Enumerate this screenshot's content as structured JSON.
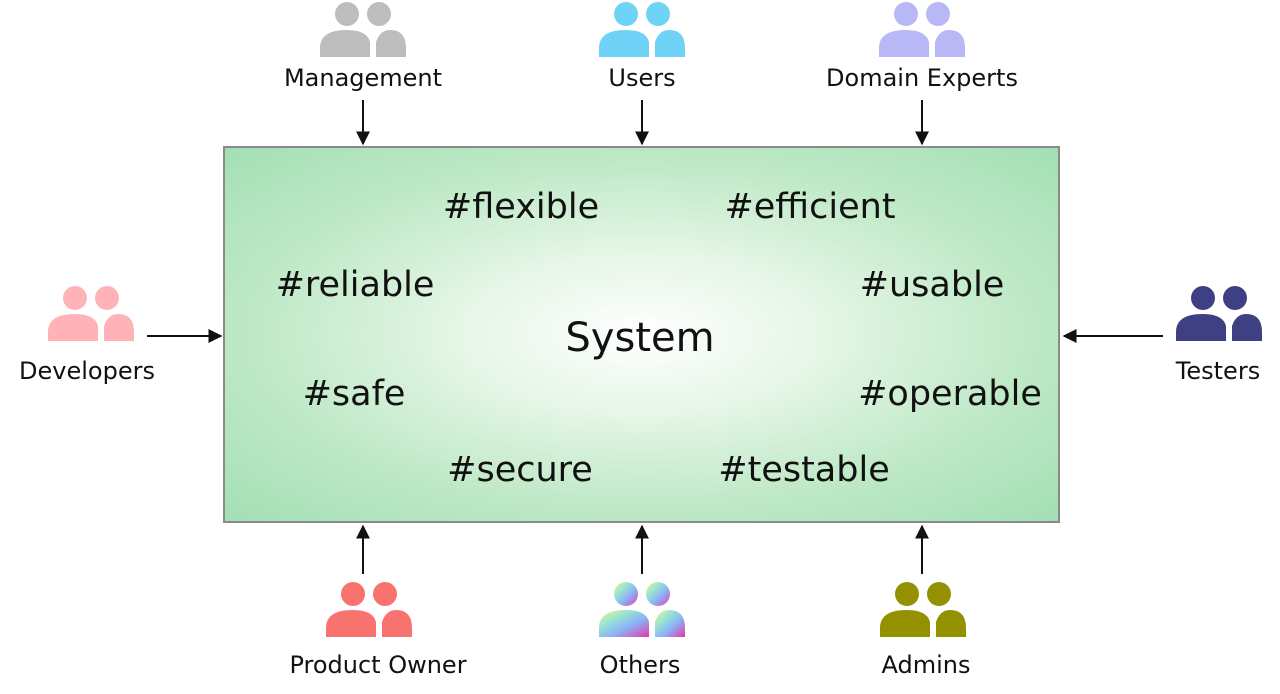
{
  "system": {
    "label": "System",
    "fill": "#b5e5c0",
    "border": "#8a8a8a"
  },
  "tags": [
    {
      "name": "tag-flexible",
      "label": "#flexible"
    },
    {
      "name": "tag-efficient",
      "label": "#efficient"
    },
    {
      "name": "tag-reliable",
      "label": "#reliable"
    },
    {
      "name": "tag-usable",
      "label": "#usable"
    },
    {
      "name": "tag-safe",
      "label": "#safe"
    },
    {
      "name": "tag-operable",
      "label": "#operable"
    },
    {
      "name": "tag-secure",
      "label": "#secure"
    },
    {
      "name": "tag-testable",
      "label": "#testable"
    }
  ],
  "actors": [
    {
      "name": "actor-management",
      "label": "Management",
      "icon": "people-icon",
      "color": "#bdbdbd"
    },
    {
      "name": "actor-users",
      "label": "Users",
      "icon": "people-icon",
      "color": "#6fd3f7"
    },
    {
      "name": "actor-domain-experts",
      "label": "Domain Experts",
      "icon": "people-icon",
      "color": "#b9b8f7"
    },
    {
      "name": "actor-developers",
      "label": "Developers",
      "icon": "people-icon",
      "color": "#ffb3b8"
    },
    {
      "name": "actor-testers",
      "label": "Testers",
      "icon": "people-icon",
      "color": "#3f3f83"
    },
    {
      "name": "actor-product-owner",
      "label": "Product Owner",
      "icon": "people-icon",
      "color": "#f8736f"
    },
    {
      "name": "actor-others",
      "label": "Others",
      "icon": "people-icon",
      "color": "multicolor-gradient"
    },
    {
      "name": "actor-admins",
      "label": "Admins",
      "icon": "people-icon",
      "color": "#949100"
    }
  ]
}
